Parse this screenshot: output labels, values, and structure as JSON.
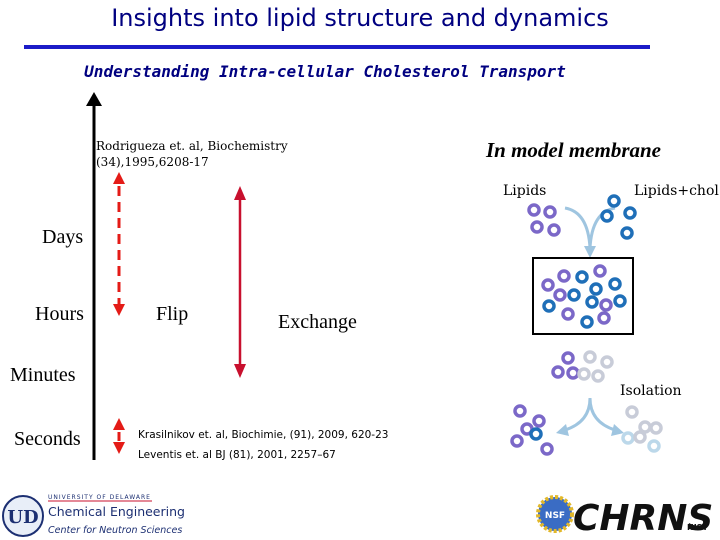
{
  "header": {
    "title": "Insights into lipid structure and dynamics",
    "subtitle": "Understanding Intra-cellular Cholesterol Transport"
  },
  "timescale": {
    "labels": [
      "Days",
      "Hours",
      "Minutes",
      "Seconds"
    ]
  },
  "processes": {
    "flip": "Flip",
    "exchange": "Exchange"
  },
  "references": {
    "top": [
      "Rodrigueza et. al, Biochemistry",
      "(34),1995,6208-17"
    ],
    "bottom": [
      "Krasilnikov et. al, Biochimie, (91), 2009, 620-23",
      "Leventis et. al BJ (81), 2001, 2257–67"
    ]
  },
  "model": {
    "heading": "In model membrane",
    "lipids_label": "Lipids",
    "lipids_chol_label": "Lipids+chol",
    "isolation_label": "Isolation"
  },
  "logos": {
    "ud_university": "UNIVERSITY OF DELAWARE",
    "ud_department": "Chemical Engineering",
    "cns": "Center for Neutron Sciences",
    "ud_monogram": "UD",
    "chrns": "CHRNS",
    "nist": "NIST",
    "nsf": "NSF"
  },
  "colors": {
    "title": "#000080",
    "rule": "#1c1cc8",
    "flip_arrow": "#e41b17",
    "exchange_arrow": "#c8102e",
    "lipid": "#7b68c8",
    "lipid_chol": "#1f6fb8",
    "faded_lipid": "#c8ccd8",
    "faded_chol": "#bcd8ea",
    "curve": "#9fc5e0"
  }
}
